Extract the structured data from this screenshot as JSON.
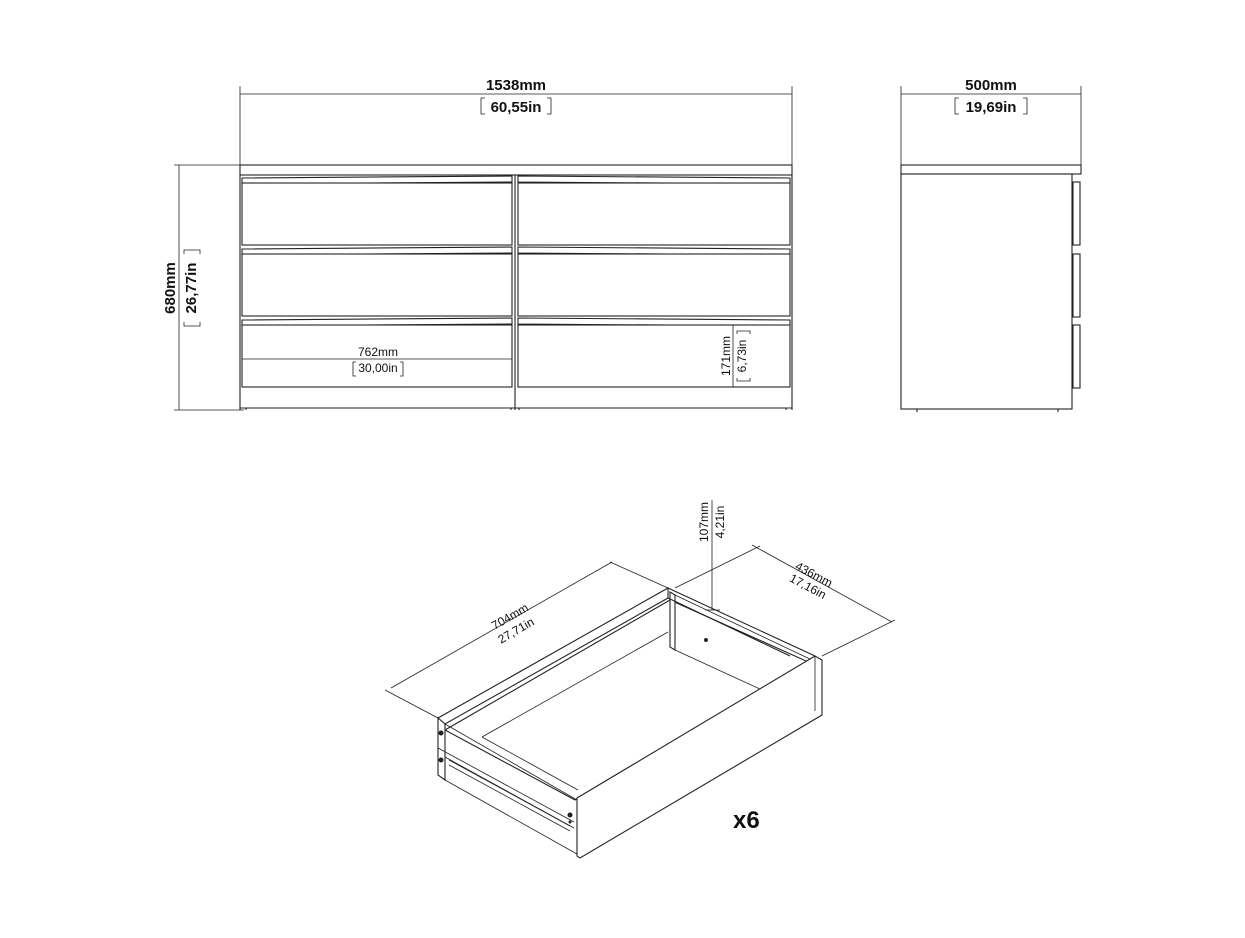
{
  "front_view": {
    "width": {
      "mm": "1538mm",
      "in": "60,55in"
    },
    "height": {
      "mm": "680mm",
      "in": "26,77in"
    },
    "drawer_width": {
      "mm": "762mm",
      "in": "30,00in"
    },
    "drawer_height": {
      "mm": "171mm",
      "in": "6,73in"
    }
  },
  "side_view": {
    "depth": {
      "mm": "500mm",
      "in": "19,69in"
    }
  },
  "drawer": {
    "length": {
      "mm": "704mm",
      "in": "27,71in"
    },
    "depth": {
      "mm": "436mm",
      "in": "17,16in"
    },
    "height": {
      "mm": "107mm",
      "in": "4,21in"
    },
    "quantity": "x6"
  }
}
